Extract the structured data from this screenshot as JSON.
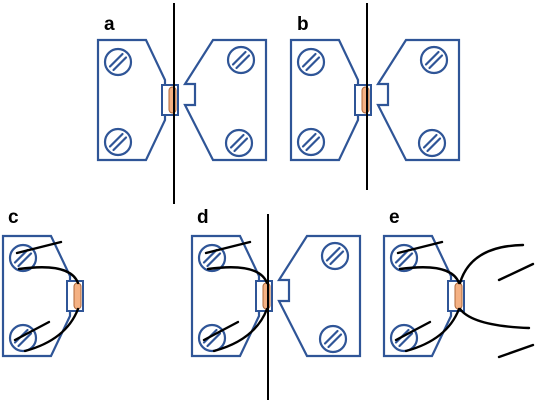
{
  "panels": [
    {
      "id": "a",
      "label": "a",
      "left_clamp": true,
      "right_clamp": true,
      "fiber": true,
      "wires": false
    },
    {
      "id": "b",
      "label": "b",
      "left_clamp": true,
      "right_clamp": true,
      "fiber": true,
      "wires": false
    },
    {
      "id": "c",
      "label": "c",
      "left_clamp": true,
      "right_clamp": false,
      "fiber": false,
      "wires": true
    },
    {
      "id": "d",
      "label": "d",
      "left_clamp": true,
      "right_clamp": true,
      "fiber": true,
      "wires": true
    },
    {
      "id": "e",
      "label": "e",
      "left_clamp": true,
      "right_clamp": false,
      "fiber": false,
      "wires": true
    }
  ],
  "colors": {
    "outline": "#2f5597",
    "fiber": "#000000",
    "wire": "#000000",
    "sample_fill": "#f4b183",
    "sample_stroke": "#b0683a"
  }
}
